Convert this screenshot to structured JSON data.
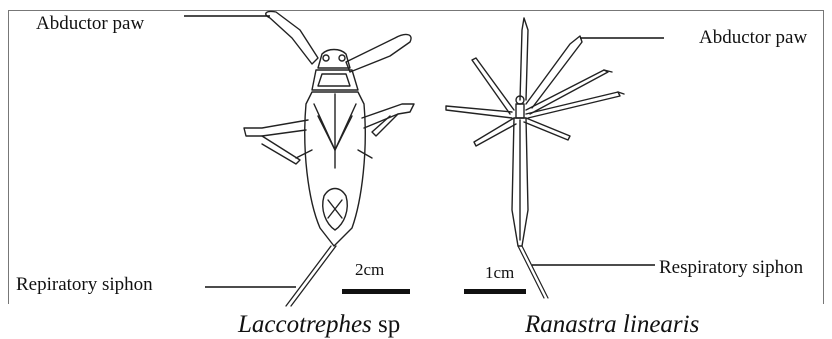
{
  "labels": {
    "abductor_paw_left": "Abductor paw",
    "abductor_paw_right": "Abductor paw",
    "siphon_left": "Repiratory siphon",
    "siphon_right": "Respiratory siphon"
  },
  "scale_bars": {
    "left": "2cm",
    "right": "1cm"
  },
  "captions": {
    "left": {
      "italic": "Laccotrephes",
      "plain": " sp"
    },
    "right": {
      "italic": "Ranastra linearis",
      "plain": ""
    }
  },
  "colors": {
    "ink": "#111111",
    "frame": "#777777",
    "background": "#ffffff"
  }
}
